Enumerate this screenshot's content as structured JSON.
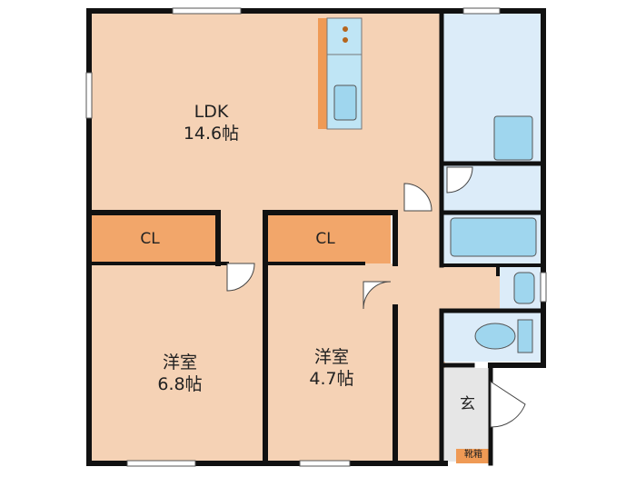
{
  "rooms": {
    "ldk": {
      "name": "LDK",
      "size": "14.6帖"
    },
    "closet_left": {
      "name": "CL"
    },
    "closet_right": {
      "name": "CL"
    },
    "western_room_large": {
      "name": "洋室",
      "size": "6.8帖"
    },
    "western_room_small": {
      "name": "洋室",
      "size": "4.7帖"
    },
    "entrance": {
      "name": "玄"
    },
    "shoe_box": {
      "name": "靴箱"
    }
  },
  "colors": {
    "wall": "#111111",
    "room_floor": "#f5d2b5",
    "closet": "#f2a66a",
    "wet_area": "#dcecf9",
    "fixture": "#9fd6ee",
    "entrance_floor": "#e6e6e6",
    "kitchen_counter": "#ef9a55"
  }
}
